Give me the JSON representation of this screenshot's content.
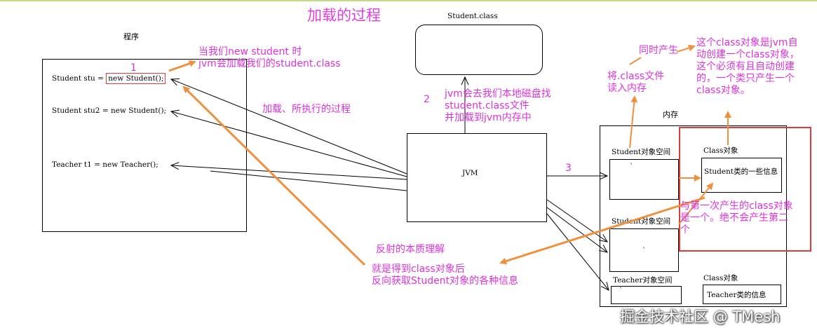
{
  "title": "加载的过程",
  "program": {
    "label": "程序",
    "line1": "Student stu = ",
    "line1_highlight": "new Student();",
    "line2": "Student stu2 = new Student();",
    "line3": "Teacher t1 = new Teacher();"
  },
  "student_class": {
    "label": "Student.class"
  },
  "jvm": {
    "label": "JVM"
  },
  "memory": {
    "label": "内存",
    "student_space_1": "Student对象空间",
    "student_space_2": "Student对象空间",
    "teacher_space": "Teacher对象空间",
    "class_object_1": "Class对象",
    "class_info_1": "Student类的一些信息",
    "class_object_2": "Class对象",
    "class_info_2": "Teacher类的信息",
    "tick_1": "`",
    "tick_2": "`",
    "tick_3": "`"
  },
  "annotations": {
    "num_1": "1",
    "num_2": "2",
    "num_3": "3",
    "new_student_note": "当我们new student 时\njvm会加载我们的student.class",
    "loading_process": "加载、所执行的过程",
    "disk_lookup": "jvm会去我们本地磁盘找\nstudent.class文件\n并加载到jvm内存中",
    "read_into_memory": "将.class文件\n读入内存",
    "simultaneous": "同时产生",
    "class_object_note": "这个class对象是jvm自\n动创建一个class对象，\n这个必须有且自动创建\n的，一个类只产生一个\nclass对象。",
    "same_object_note": "与第一次产生的class对象\n是一个。绝不会产生第二\n个",
    "reflection_title": "反射的本质理解",
    "reflection_desc": "就是得到class对象后\n反向获取Student对象的各种信息"
  },
  "watermark": "掘金技术社区 @ TMesh",
  "colors": {
    "magenta": "#dc32dc",
    "orange": "#f0903c",
    "red": "#e03a3a"
  }
}
